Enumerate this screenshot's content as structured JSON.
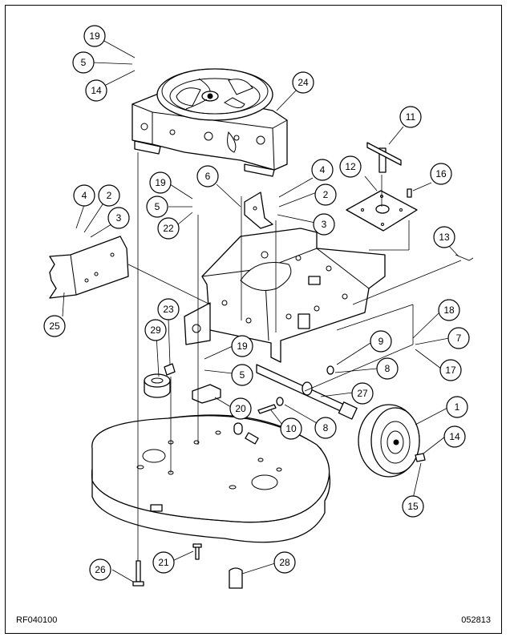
{
  "codes": {
    "left": "RF040100",
    "right": "052813"
  },
  "callouts": [
    "19",
    "5",
    "14",
    "24",
    "11",
    "12",
    "16",
    "4",
    "2",
    "3",
    "6",
    "19",
    "5",
    "22",
    "4",
    "2",
    "3",
    "13",
    "25",
    "23",
    "29",
    "19",
    "5",
    "18",
    "7",
    "17",
    "9",
    "8",
    "20",
    "27",
    "8",
    "10",
    "1",
    "14",
    "15",
    "21",
    "26",
    "28"
  ]
}
